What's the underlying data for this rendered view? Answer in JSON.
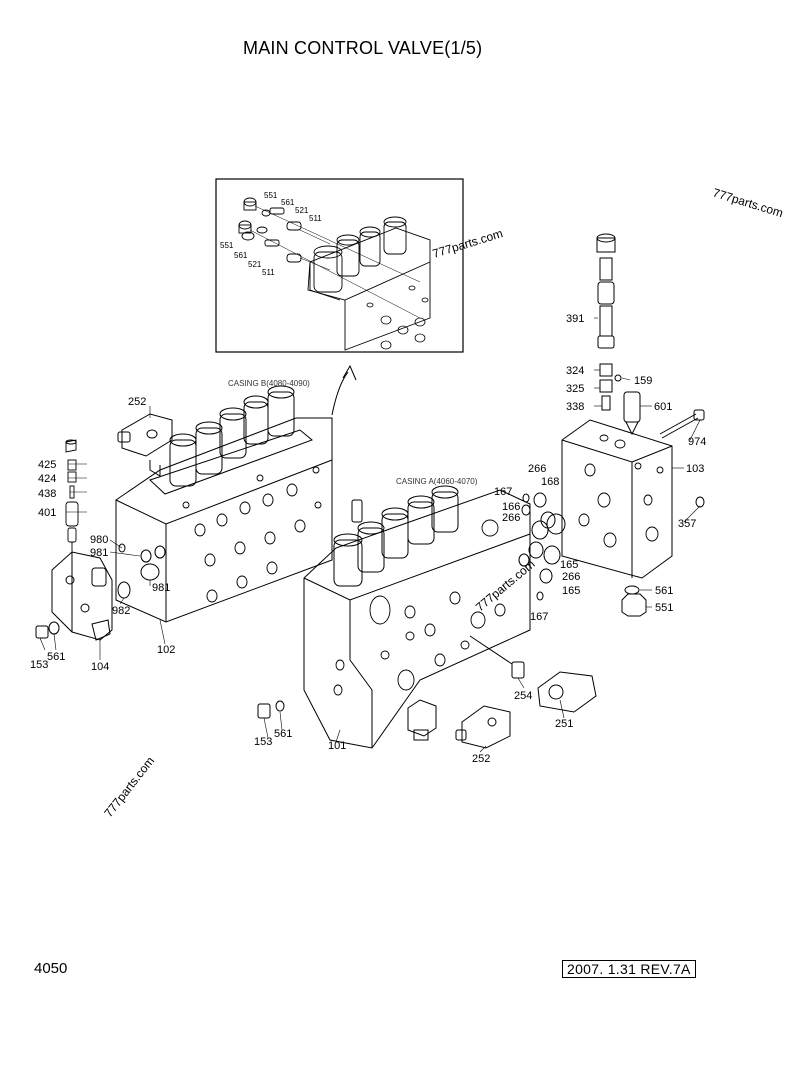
{
  "title": "MAIN CONTROL VALVE(1/5)",
  "sheet_number": "4050",
  "revision": "2007. 1.31  REV.7A",
  "captions": {
    "casing_b": "CASING B(4080-4090)",
    "casing_a": "CASING A(4060-4070)"
  },
  "watermarks": [
    "777parts.com",
    "777parts.com",
    "777parts.com",
    "777parts.com"
  ],
  "inset_labels": [
    "551",
    "561",
    "521",
    "511",
    "551",
    "561",
    "521",
    "511"
  ],
  "part_labels": [
    "252",
    "425",
    "424",
    "438",
    "401",
    "980",
    "981",
    "981",
    "982",
    "153",
    "561",
    "104",
    "102",
    "391",
    "324",
    "325",
    "338",
    "159",
    "601",
    "974",
    "103",
    "357",
    "561",
    "551",
    "266",
    "168",
    "167",
    "166",
    "266",
    "165",
    "266",
    "165",
    "167",
    "254",
    "251",
    "252",
    "153",
    "561",
    "101"
  ]
}
